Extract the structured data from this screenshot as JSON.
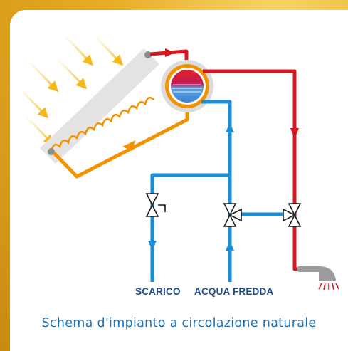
{
  "labels": {
    "drain": "SCARICO",
    "cold_water": "ACQUA FREDDA"
  },
  "caption": "Schema d'impianto a circolazione naturale",
  "colors": {
    "hot_line": "#d8161f",
    "cold_line": "#1b8fd6",
    "return_line": "#f39200",
    "sun_rays": "#f5b91c",
    "panel": "#e3e3e3",
    "label_text": "#1b4f8d",
    "caption_text": "#1a73b9"
  }
}
